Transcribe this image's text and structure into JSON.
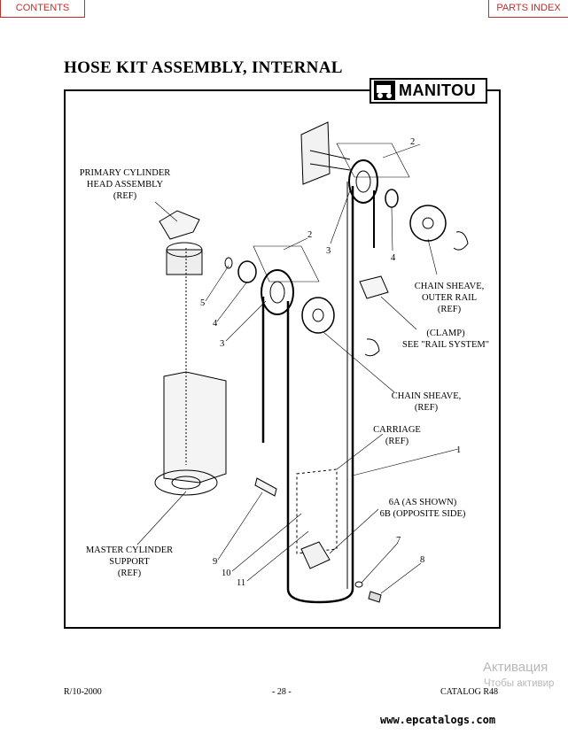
{
  "nav": {
    "contents_label": "CONTENTS",
    "parts_index_label": "PARTS INDEX"
  },
  "page": {
    "title": "HOSE KIT ASSEMBLY, INTERNAL"
  },
  "logo": {
    "text": "MANITOU"
  },
  "callouts": {
    "primary_cylinder": [
      "PRIMARY CYLINDER",
      "HEAD ASSEMBLY",
      "(REF)"
    ],
    "chain_sheave_outer": [
      "CHAIN SHEAVE,",
      "OUTER RAIL",
      "(REF)"
    ],
    "clamp": [
      "(CLAMP)",
      "SEE \"RAIL SYSTEM\""
    ],
    "chain_sheave": [
      "CHAIN SHEAVE,",
      "(REF)"
    ],
    "carriage": [
      "CARRIAGE",
      "(REF)"
    ],
    "hose_variant": [
      "6A (AS SHOWN)",
      "6B (OPPOSITE SIDE)"
    ],
    "master_cylinder": [
      "MASTER CYLINDER",
      "SUPPORT",
      "(REF)"
    ]
  },
  "item_numbers": {
    "n2_top": "2",
    "n2_mid": "2",
    "n3_top": "3",
    "n3_mid": "3",
    "n4_top": "4",
    "n4_mid": "4",
    "n5": "5",
    "n1": "1",
    "n7": "7",
    "n8": "8",
    "n9": "9",
    "n10": "10",
    "n11": "11"
  },
  "footer": {
    "revision": "R/10-2000",
    "page_number": "- 28 -",
    "catalog": "CATALOG R48"
  },
  "watermark": {
    "line1": "Активация",
    "line2": "Чтобы активир"
  },
  "site": "www.epcatalogs.com"
}
